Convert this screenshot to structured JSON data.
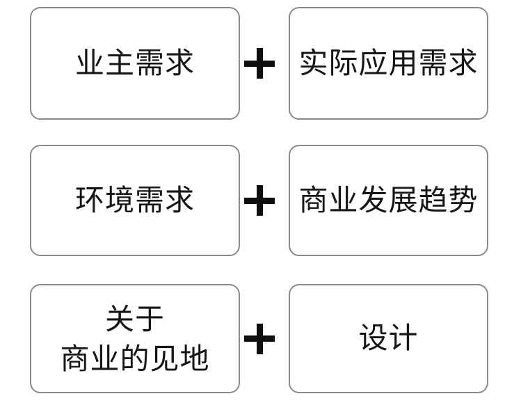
{
  "operator": "+",
  "colors": {
    "background": "#ffffff",
    "box_border": "#8a8a8a",
    "text": "#161616",
    "plus": "#0f0f0f"
  },
  "rows": [
    {
      "left": "业主需求",
      "right": "实际应用需求"
    },
    {
      "left": "环境需求",
      "right": "商业发展趋势"
    },
    {
      "left_line1": "关于",
      "left_line2": "商业的见地",
      "right": "设计"
    }
  ]
}
